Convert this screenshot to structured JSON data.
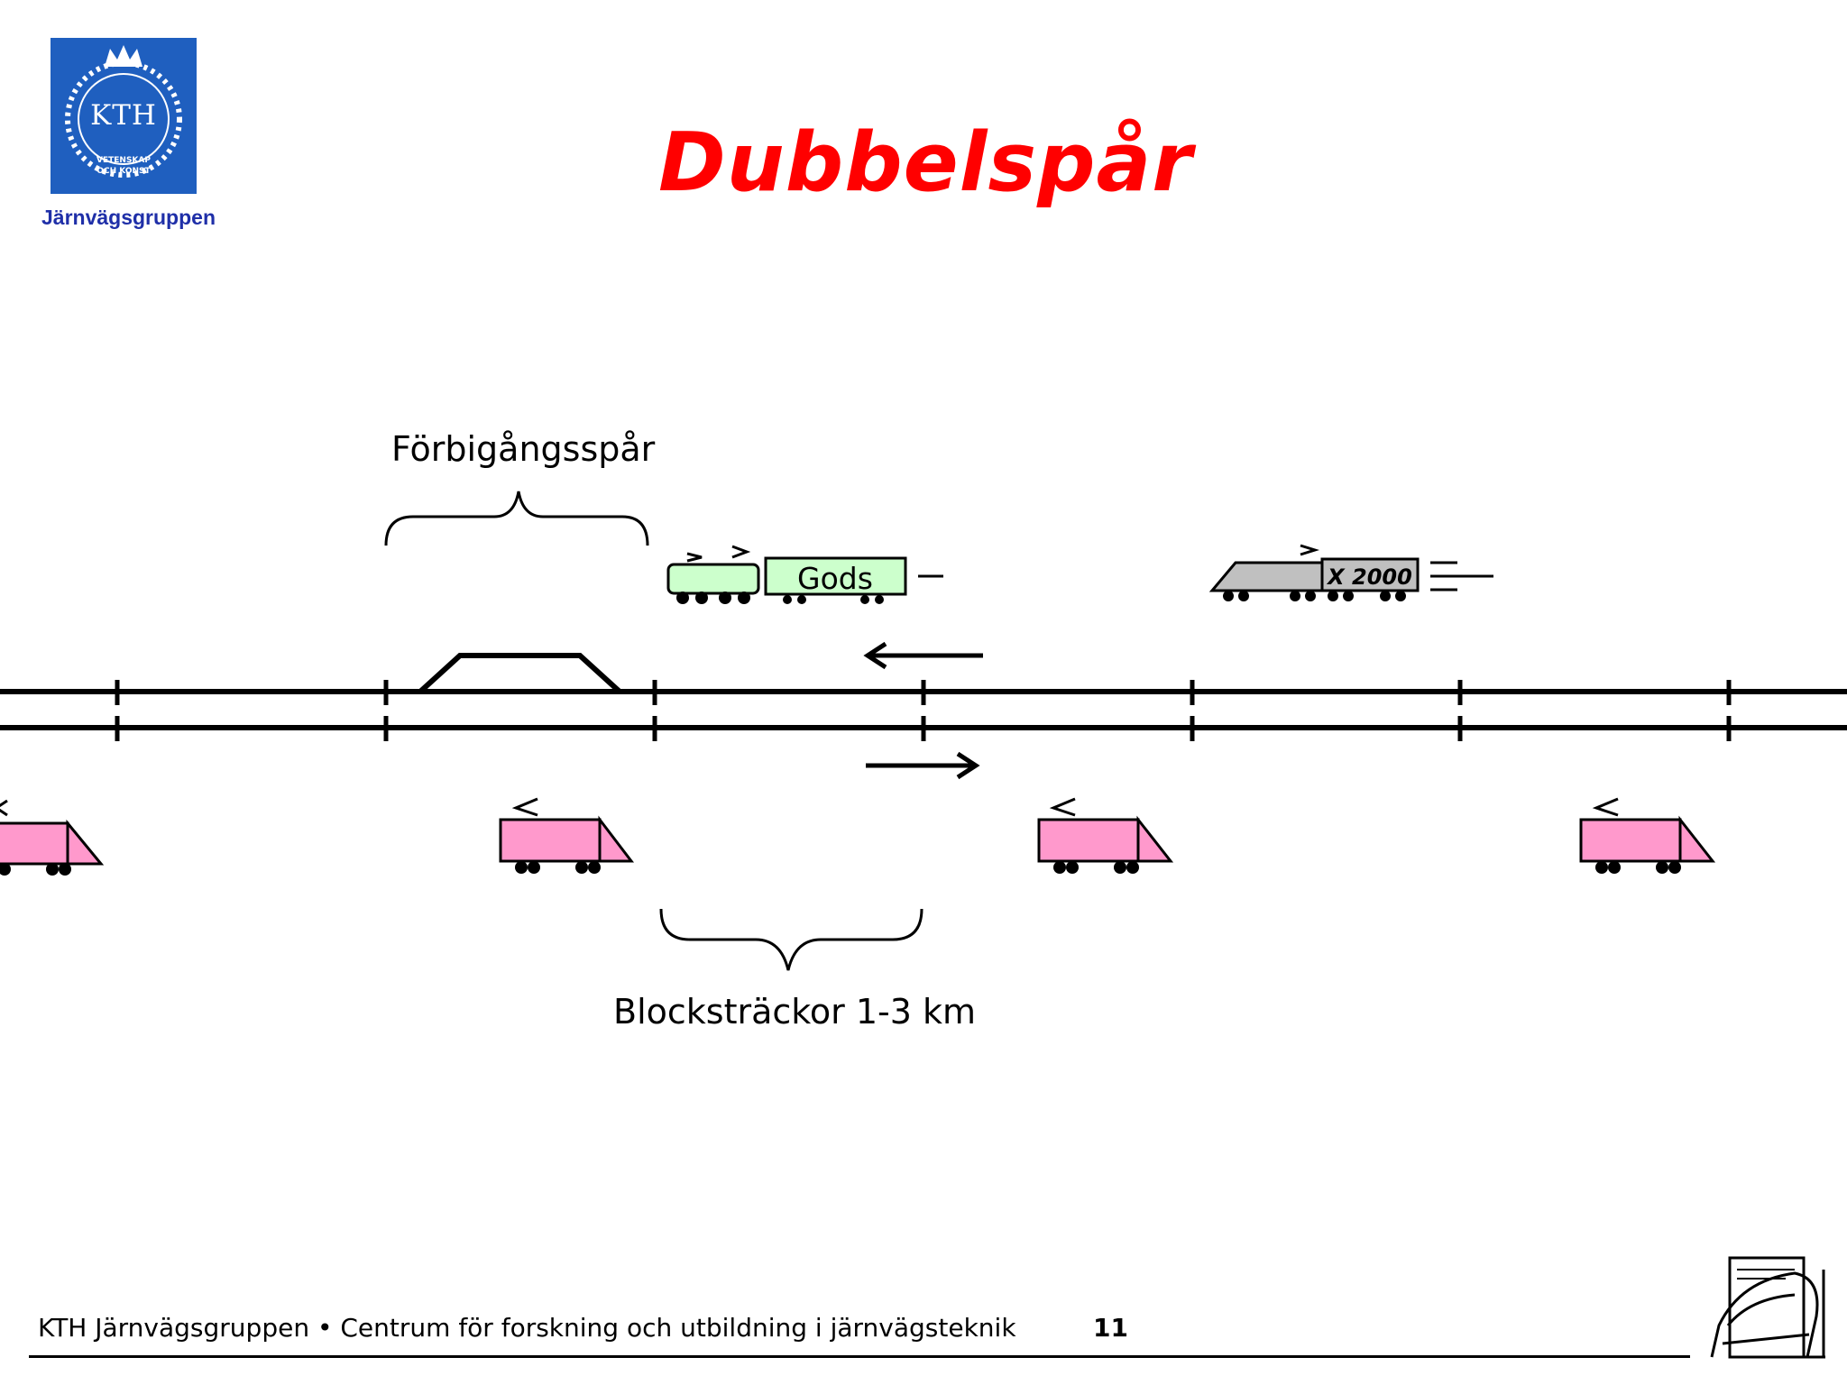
{
  "header": {
    "logo_text": "KTH",
    "group_name": "Järnvägsgruppen"
  },
  "title": "Dubbelspår",
  "diagram": {
    "passing_track_label": "Förbigångsspår",
    "block_sections_label": "Blocksträckor 1-3 km",
    "freight_train_label": "Gods",
    "x2000_label": "X 2000",
    "colors": {
      "title": "#ff0000",
      "freight": "#ccffcc",
      "x2000": "#c0c0c0",
      "commuter": "#ff99cc",
      "logo": "#1f5fbf"
    }
  },
  "footer": {
    "text": "KTH Järnvägsgruppen • Centrum för forskning och utbildning i järnvägsteknik",
    "page_number": "11"
  }
}
